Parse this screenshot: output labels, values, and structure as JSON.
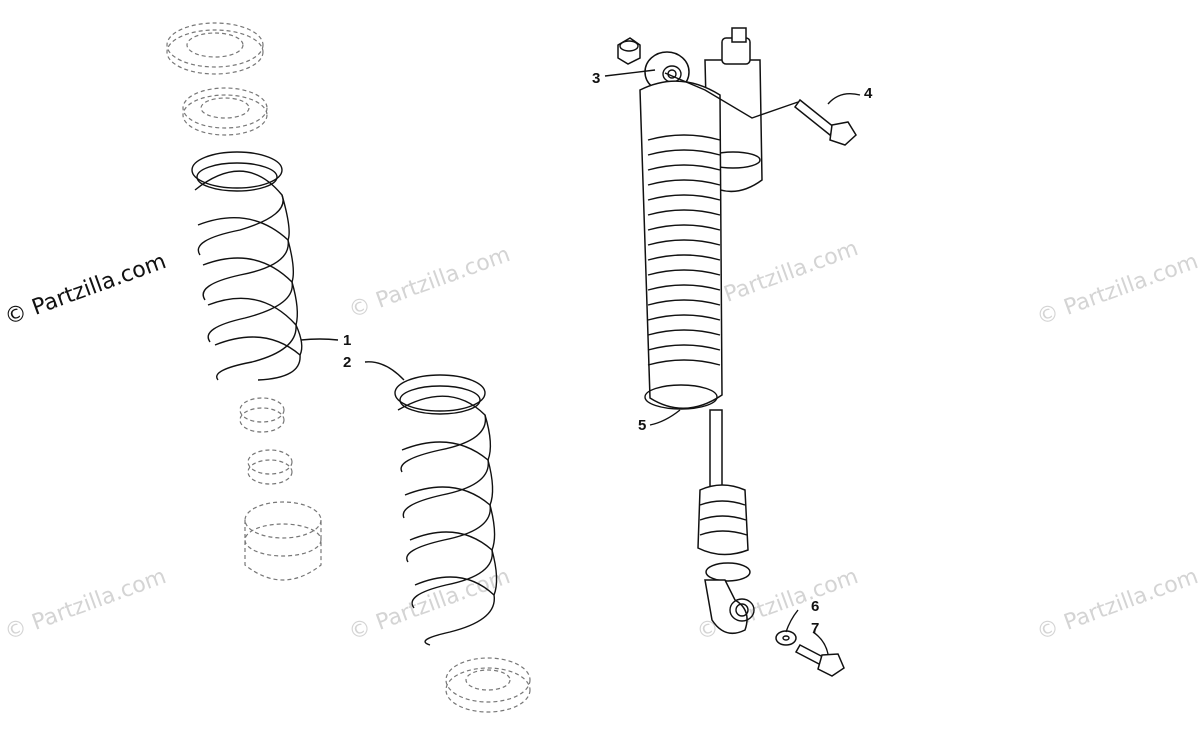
{
  "watermarks": {
    "main": "© Partzilla.com",
    "faint": "© Partzilla.com"
  },
  "callouts": {
    "c1": "1",
    "c2": "2",
    "c3": "3",
    "c4": "4",
    "c5": "5",
    "c6": "6",
    "c7": "7"
  },
  "colors": {
    "line": "#111111",
    "dashed": "#777777",
    "watermark": "#d4d4d4"
  }
}
